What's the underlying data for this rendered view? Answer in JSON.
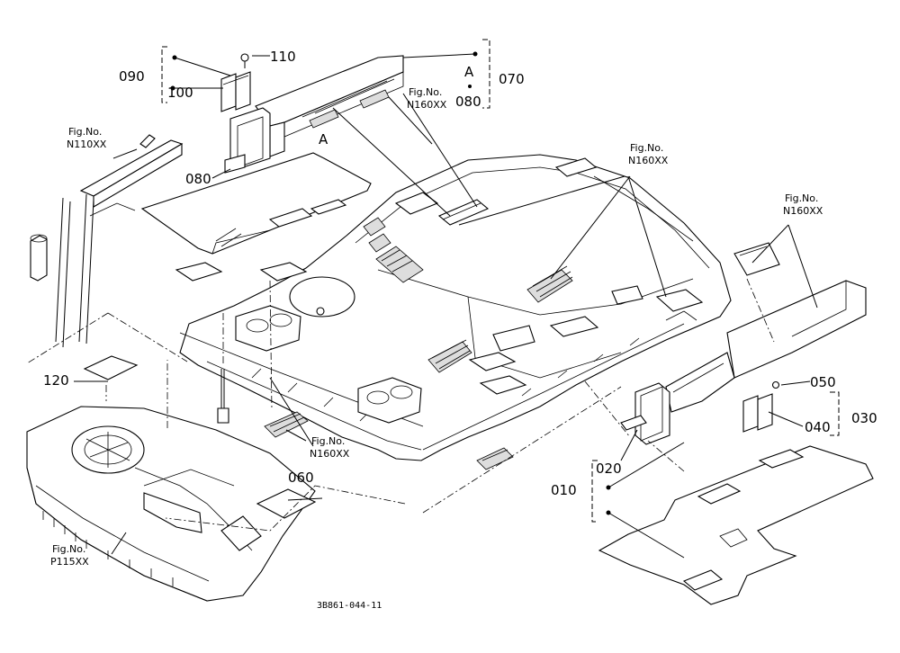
{
  "labels": {
    "p010": "010",
    "p020": "020",
    "p030": "030",
    "p040": "040",
    "p050": "050",
    "p060": "060",
    "p070": "070",
    "p080_top": "080",
    "p080_left": "080",
    "p090": "090",
    "p100": "100",
    "p110": "110",
    "p120": "120",
    "view_a_top": "A",
    "view_a_mid": "A"
  },
  "fig_refs": {
    "fig_prefix": "Fig.No.",
    "n110": "N110XX",
    "n160_top": "N160XX",
    "n160_center": "N160XX",
    "n160_right": "N160XX",
    "n160_lower": "N160XX",
    "p115": "P115XX"
  },
  "drawing_code": "3B861-044-11"
}
